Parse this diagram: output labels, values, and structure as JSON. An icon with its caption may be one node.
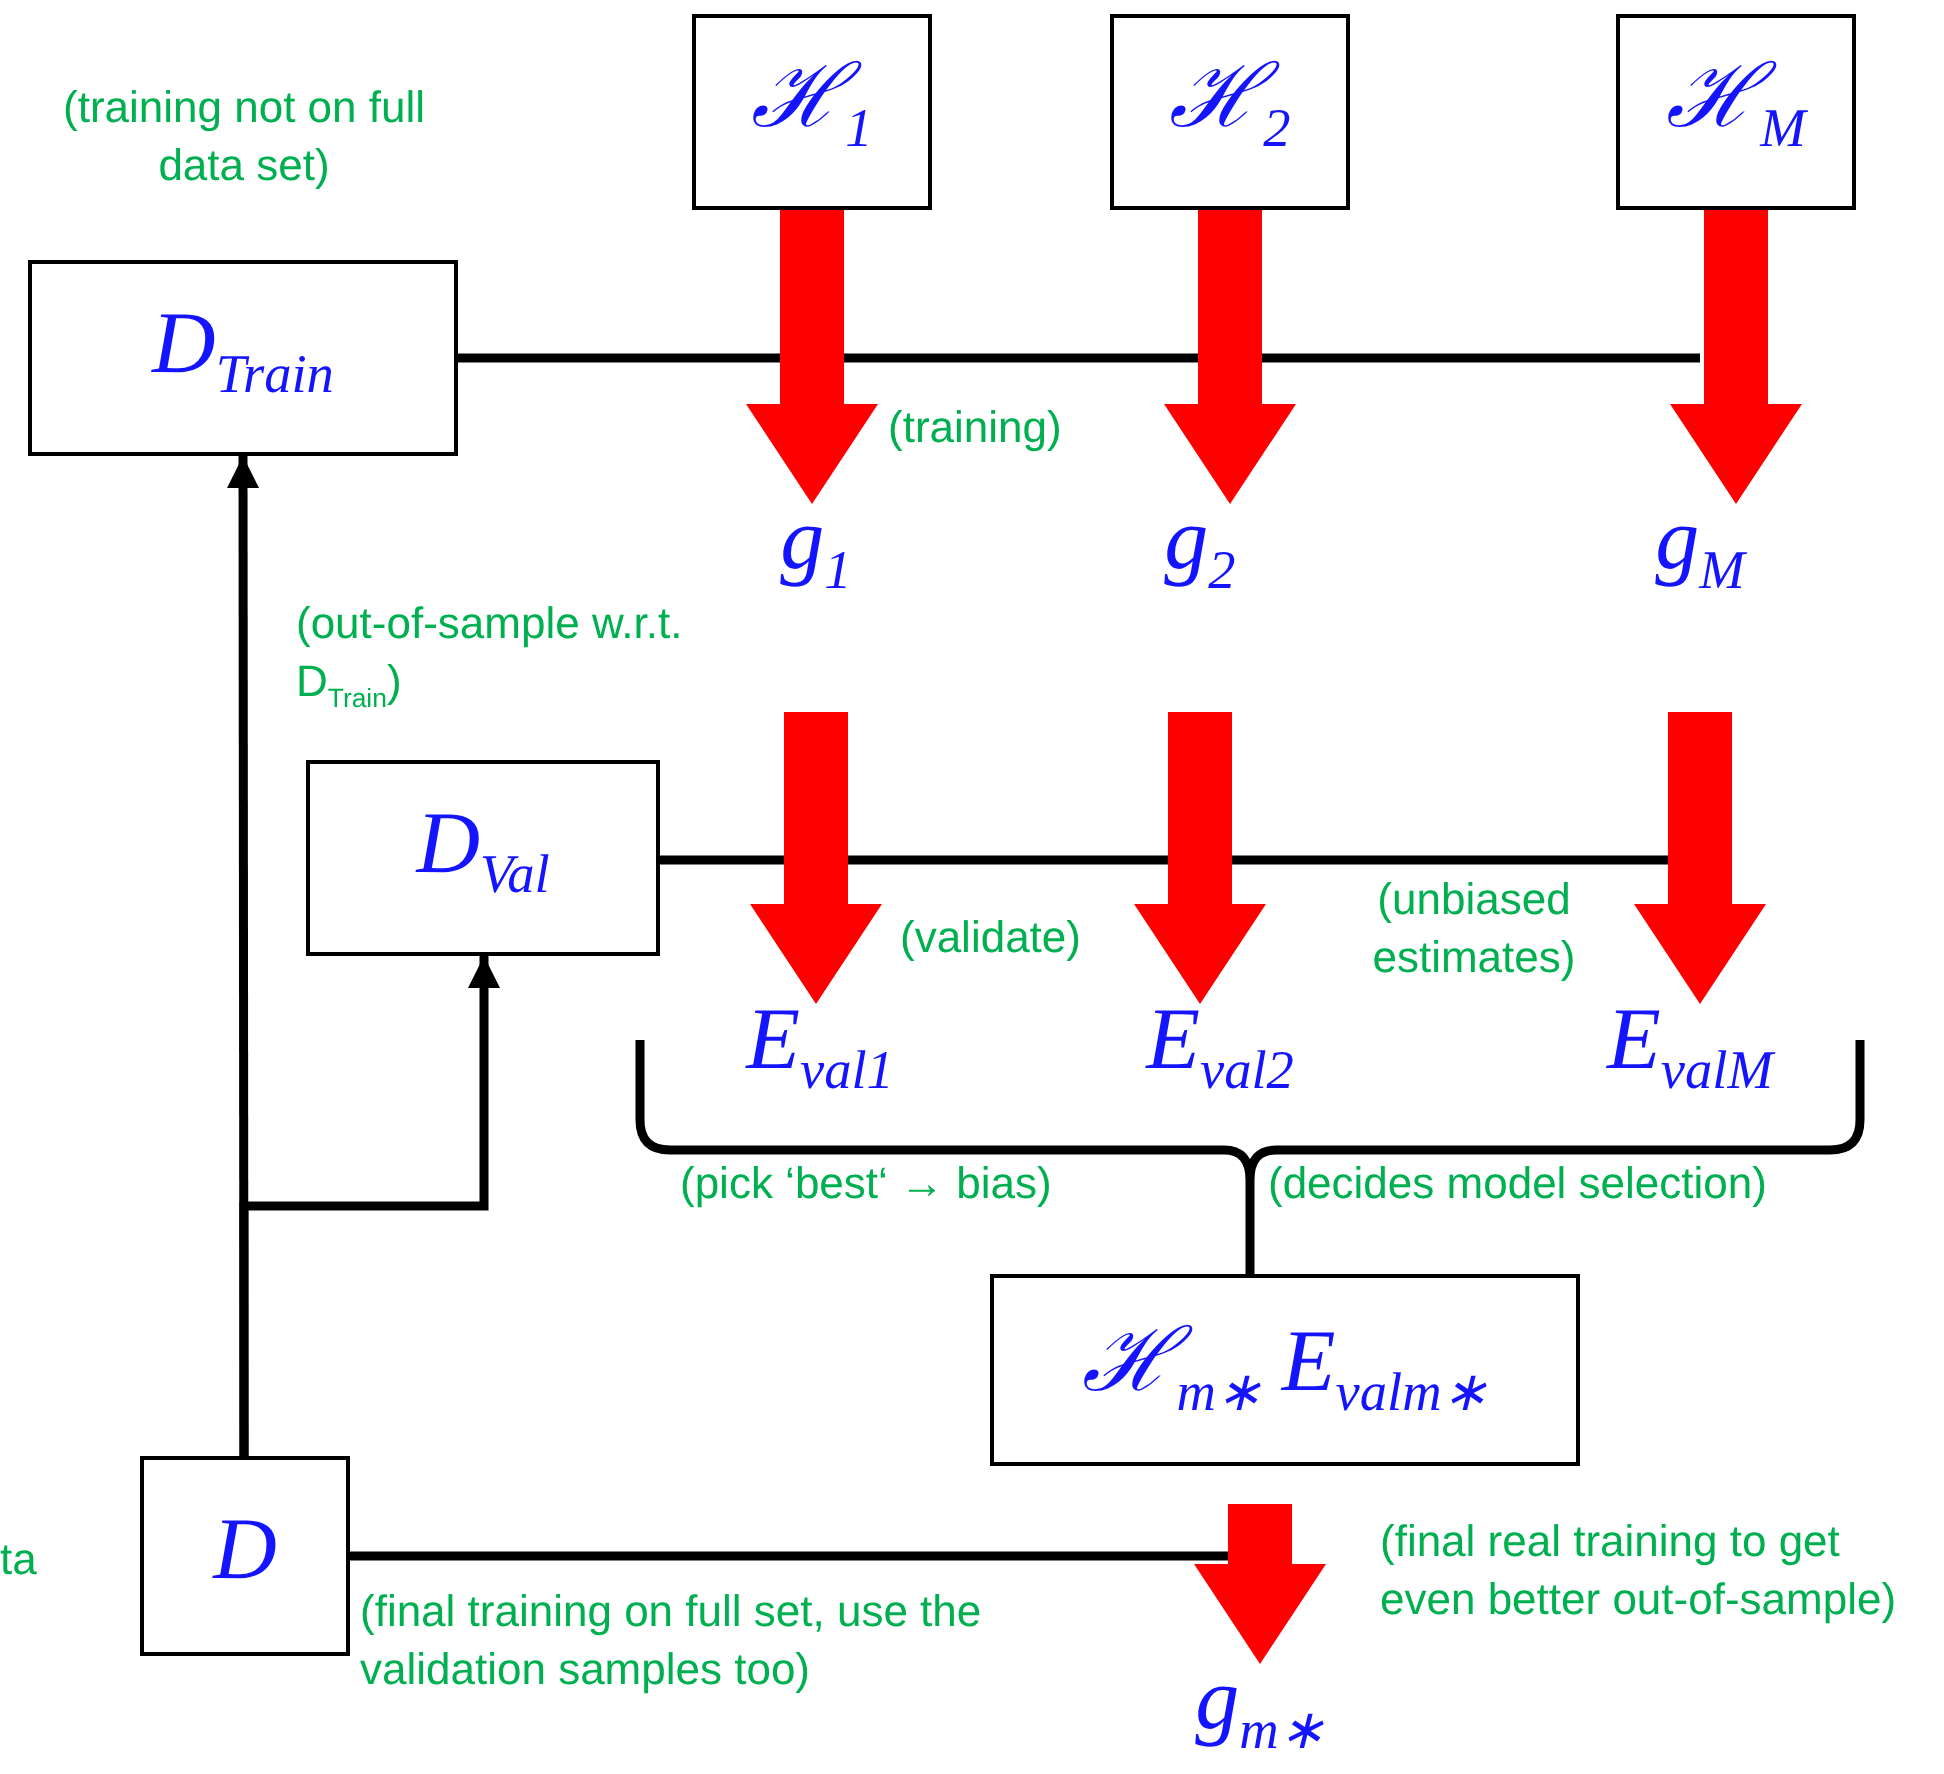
{
  "diagram": {
    "nodes": [
      {
        "text": [
          "ℋ$_{1}$"
        ]
      },
      {
        "text": [
          "ℋ$_{2}$"
        ]
      },
      {
        "text": [
          "ℋ$_{M}$"
        ]
      },
      {
        "text": [
          "D$_{Train}$"
        ],
        "beside": [
          "(training not on full data set)"
        ]
      },
      {
        "text": [
          "g$_{1}$"
        ]
      },
      {
        "text": [
          "g$_{2}$"
        ]
      },
      {
        "text": [
          "g$_{M}$"
        ]
      },
      {
        "text": [
          "D$_{Val}$"
        ],
        "beside": [
          "(out-of-sample w.r.t. D$_{Train}$)"
        ]
      },
      {
        "text": [
          "E$_{val1}$"
        ]
      },
      {
        "text": [
          "E$_{val2}$"
        ]
      },
      {
        "text": [
          "E$_{valM}$"
        ]
      },
      {
        "text": [
          "ℋ$_{m∗}$",
          "E$_{valm∗}$"
        ]
      },
      {
        "text": [
          "D"
        ]
      },
      {
        "text": [
          "g$_{m∗}$"
        ]
      }
    ],
    "edges": [
      {
        "from": 0,
        "to": 4,
        "arrow": "to"
      },
      {
        "from": 1,
        "to": 5,
        "arrow": "to"
      },
      {
        "from": 2,
        "to": 6,
        "arrow": "to"
      },
      {
        "from": 3,
        "to": null,
        "arrow": "none",
        "color": "#000000"
      },
      {
        "from": 4,
        "to": 8,
        "arrow": "to"
      },
      {
        "from": 5,
        "to": 9,
        "arrow": "to"
      },
      {
        "from": 6,
        "to": 10,
        "arrow": "to"
      },
      {
        "from": 7,
        "to": null,
        "arrow": "none",
        "color": "#000000"
      },
      {
        "from": 12,
        "to": 3,
        "arrow": "to",
        "color": "#000000"
      },
      {
        "from": 12,
        "to": 7,
        "arrow": "to",
        "color": "#000000"
      },
      {
        "from": 12,
        "to": null,
        "arrow": "none",
        "color": "#000000"
      },
      {
        "from": null,
        "to": 13,
        "arrow": "to"
      }
    ],
    "labels": [
      "(training)",
      "(validate)",
      "(unbiased estimates)",
      "(pick ‘best‘ → bias)",
      "(decides model selection)",
      "ta",
      "(final training on full set, use the validation samples too)",
      "(final real training to get even better out-of-sample)"
    ]
  }
}
